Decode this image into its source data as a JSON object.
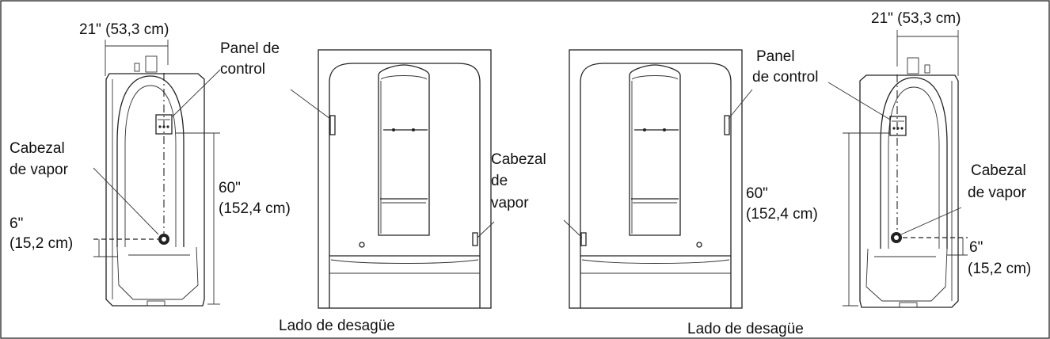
{
  "labels": {
    "width_dim": "21\" (53,3 cm)",
    "control_panel_line1": "Panel de",
    "control_panel_line2": "control",
    "control_panel_r_line1": "Panel",
    "control_panel_r_line2": "de control",
    "steam_head_line1": "Cabezal",
    "steam_head_line2": "de vapor",
    "steam_head_c_line1": "Cabezal",
    "steam_head_c_line2": "de",
    "steam_head_c_line3": "vapor",
    "height_dim_line1": "60\"",
    "height_dim_line2": "(152,4 cm)",
    "offset_dim_line1": "6\"",
    "offset_dim_line2": "(15,2 cm)",
    "drain_side": "Lado de desagüe"
  }
}
